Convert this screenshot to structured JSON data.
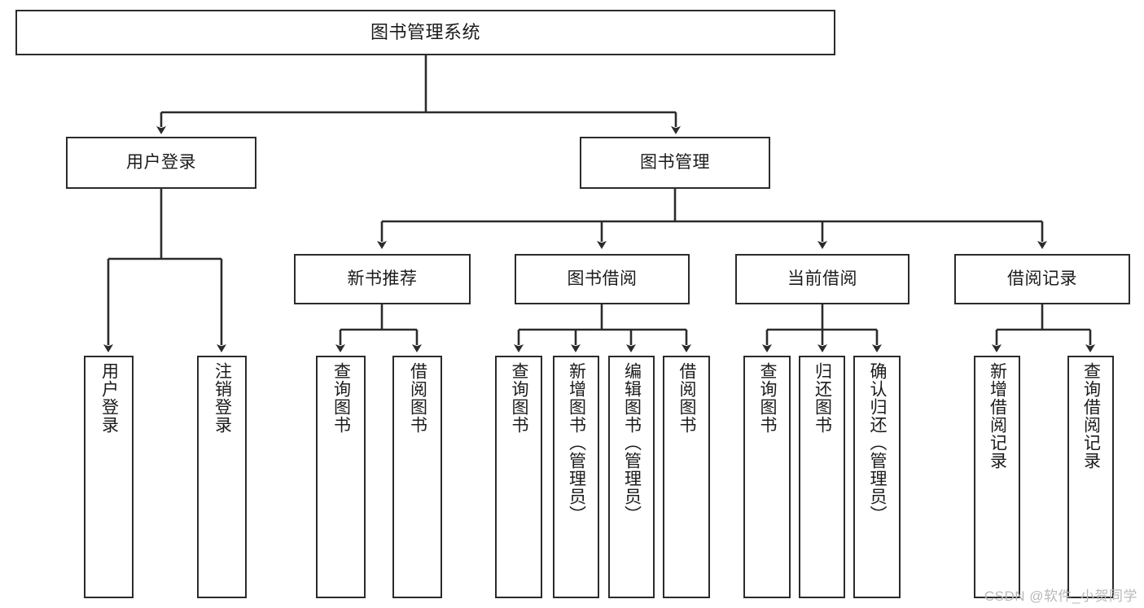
{
  "diagram": {
    "title": "图书管理系统",
    "type": "tree-hierarchy",
    "watermark": "CSDN @软件_小贺同学",
    "colors": {
      "stroke": "#2b2b2b",
      "fill": "#ffffff",
      "text": "#1b1b1b",
      "watermark": "#b9b9b9"
    }
  },
  "nodes": {
    "root": {
      "label": "图书管理系统"
    },
    "level1": [
      {
        "id": "user-login",
        "label": "用户登录"
      },
      {
        "id": "book-manage",
        "label": "图书管理"
      }
    ],
    "level2": [
      {
        "id": "new-book-recommend",
        "label": "新书推荐"
      },
      {
        "id": "book-borrow",
        "label": "图书借阅"
      },
      {
        "id": "current-borrow",
        "label": "当前借阅"
      },
      {
        "id": "borrow-record",
        "label": "借阅记录"
      }
    ],
    "leaves": {
      "user-login": [
        {
          "id": "leaf-user-login",
          "label": "用户登录"
        },
        {
          "id": "leaf-logout-login",
          "label": "注销登录"
        }
      ],
      "new-book-recommend": [
        {
          "id": "leaf-query-book-1",
          "label": "查询图书"
        },
        {
          "id": "leaf-borrow-book-1",
          "label": "借阅图书"
        }
      ],
      "book-borrow": [
        {
          "id": "leaf-query-book-2",
          "label": "查询图书"
        },
        {
          "id": "leaf-add-book",
          "label": "新增图书（管理员）"
        },
        {
          "id": "leaf-edit-book",
          "label": "编辑图书（管理员）"
        },
        {
          "id": "leaf-borrow-book-2",
          "label": "借阅图书"
        }
      ],
      "current-borrow": [
        {
          "id": "leaf-query-book-3",
          "label": "查询图书"
        },
        {
          "id": "leaf-return-book",
          "label": "归还图书"
        },
        {
          "id": "leaf-confirm-return",
          "label": "确认归还（管理员）"
        }
      ],
      "borrow-record": [
        {
          "id": "leaf-add-record",
          "label": "新增借阅记录"
        },
        {
          "id": "leaf-query-record",
          "label": "查询借阅记录"
        }
      ]
    }
  }
}
